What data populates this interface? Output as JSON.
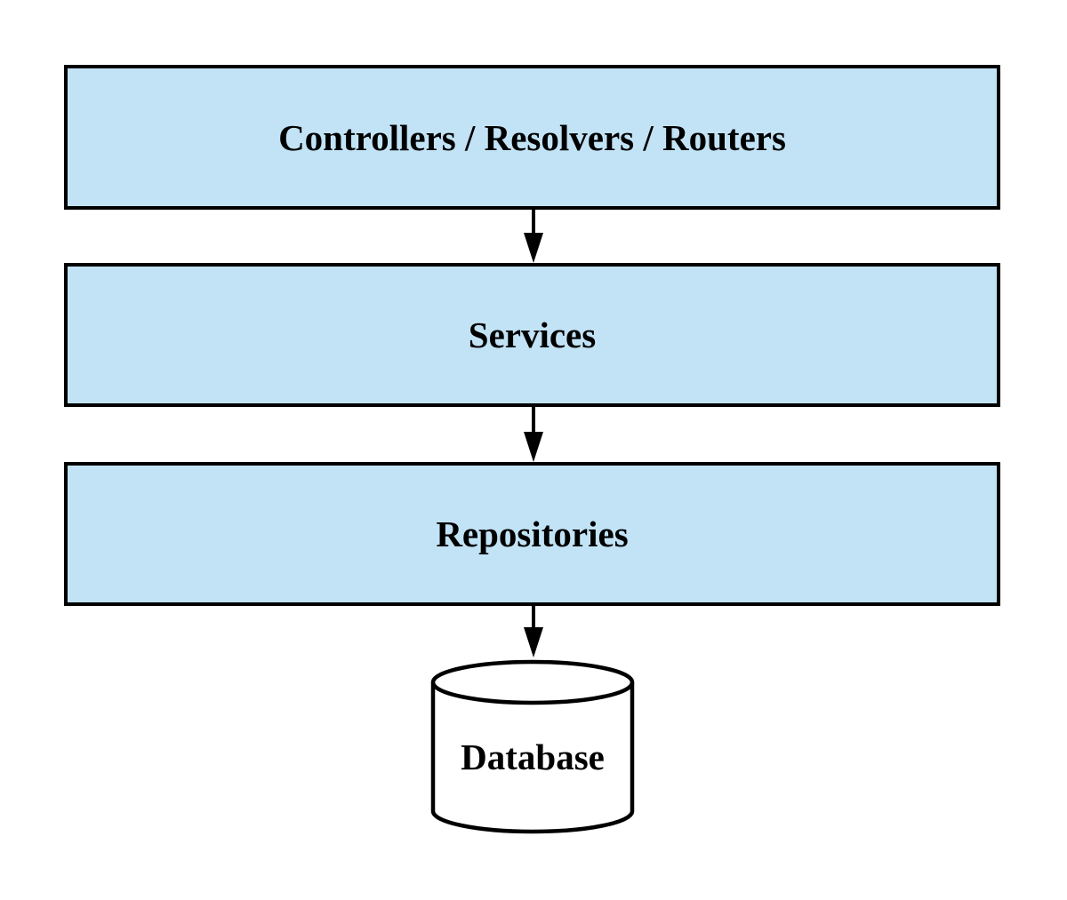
{
  "diagram": {
    "type": "flowchart",
    "direction": "top-down",
    "colors": {
      "background": "#ffffff",
      "node_fill": "#c2e3f6",
      "node_border": "#000000",
      "text": "#000000",
      "arrow": "#000000",
      "cylinder_fill": "#ffffff"
    },
    "nodes": [
      {
        "id": "controllers",
        "label": "Controllers / Resolvers / Routers",
        "shape": "rectangle"
      },
      {
        "id": "services",
        "label": "Services",
        "shape": "rectangle"
      },
      {
        "id": "repositories",
        "label": "Repositories",
        "shape": "rectangle"
      },
      {
        "id": "database",
        "label": "Database",
        "shape": "cylinder"
      }
    ],
    "edges": [
      {
        "from": "controllers",
        "to": "services",
        "style": "solid-arrow-down"
      },
      {
        "from": "services",
        "to": "repositories",
        "style": "solid-arrow-down"
      },
      {
        "from": "repositories",
        "to": "database",
        "style": "solid-arrow-down"
      }
    ]
  }
}
